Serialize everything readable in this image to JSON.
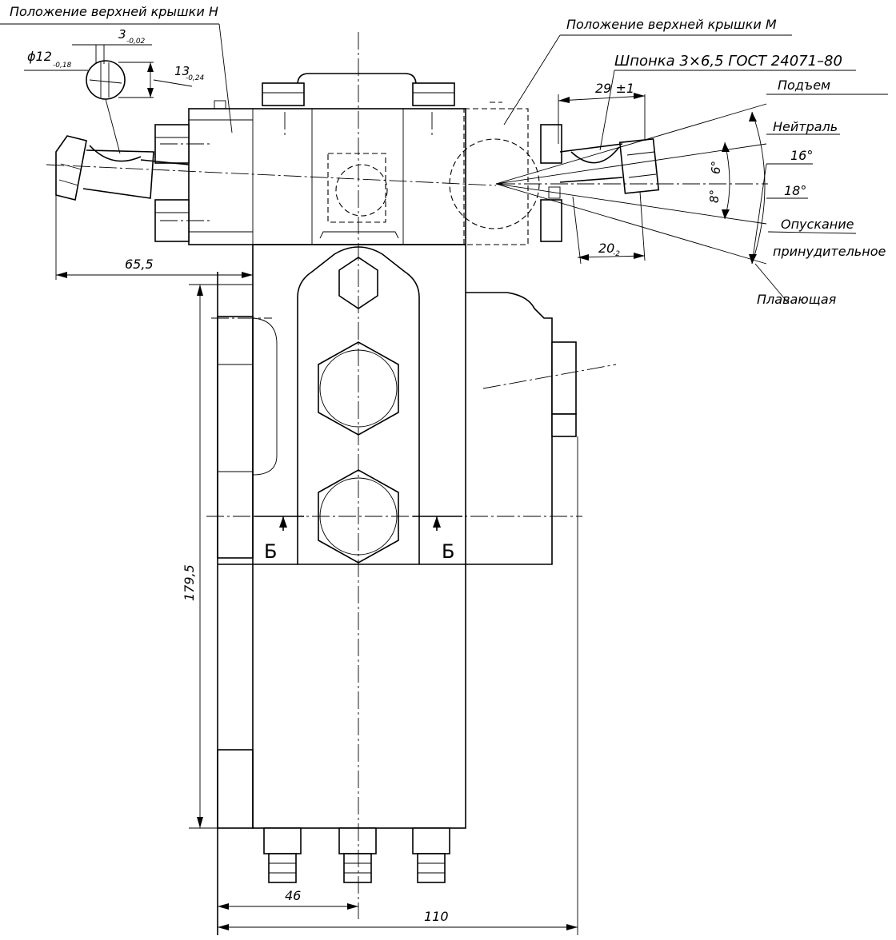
{
  "labels": {
    "cover_h": "Положение верхней крышки Н",
    "cover_m": "Положение верхней крышки М",
    "key": "Шпонка 3×6,5 ГОСТ 24071–80",
    "raise": "Подъем",
    "neutral": "Нейтраль",
    "lower": "Опускание",
    "forced": "принудительное",
    "floating": "Плавающая",
    "section_mark": "Б"
  },
  "dimensions": {
    "d3": "3",
    "d3_tol": "-0,02",
    "d12": "ϕ12",
    "d12_tol": "-0,18",
    "d13": "13",
    "d13_tol": "-0,24",
    "d29": "29 ±1",
    "d20": "20",
    "d20_tol": "-2",
    "d65": "65,5",
    "d179": "179,5",
    "d46": "46",
    "d110": "110",
    "a16": "16°",
    "a18": "18°",
    "a6": "6°",
    "a8": "8°"
  }
}
